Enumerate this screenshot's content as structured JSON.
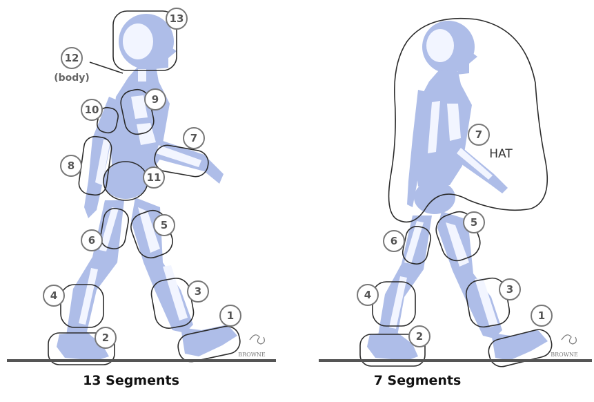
{
  "left_panel": {
    "caption": "13 Segments",
    "segments": [
      {
        "num": "13"
      },
      {
        "num": "12",
        "sublabel": "(body)"
      },
      {
        "num": "9"
      },
      {
        "num": "10"
      },
      {
        "num": "7"
      },
      {
        "num": "8"
      },
      {
        "num": "11"
      },
      {
        "num": "5"
      },
      {
        "num": "6"
      },
      {
        "num": "3"
      },
      {
        "num": "4"
      },
      {
        "num": "1"
      },
      {
        "num": "2"
      }
    ]
  },
  "right_panel": {
    "caption": "7 Segments",
    "segments": [
      {
        "num": "7",
        "sublabel": "HAT"
      },
      {
        "num": "5"
      },
      {
        "num": "6"
      },
      {
        "num": "3"
      },
      {
        "num": "4"
      },
      {
        "num": "1"
      },
      {
        "num": "2"
      }
    ]
  },
  "signature": "BROWNE",
  "colors": {
    "body": "#aebde8",
    "bone": "#f2f5ff",
    "outline": "#2b2b2b",
    "badge": "#777777"
  }
}
